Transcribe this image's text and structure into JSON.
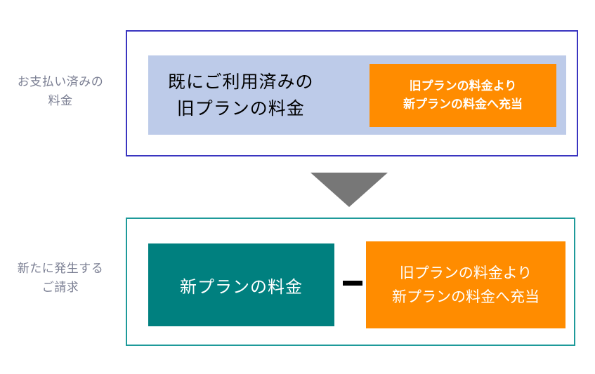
{
  "diagram": {
    "title_colors": {
      "label_text": "#7b7f93",
      "frame_paid_border": "#3a35c0",
      "frame_new_border": "#1e9a9a",
      "used_block_bg": "#bdcbe9",
      "credit_block_bg": "#ff8c00",
      "new_plan_block_bg": "#00807f",
      "arrow": "#777777",
      "minus": "#000000"
    },
    "labels": {
      "paid": "お支払い済みの\n料金",
      "new_charge": "新たに発生する\nご請求"
    },
    "sections": {
      "paid": {
        "used_plan": "既にご利用済みの\n旧プランの料金",
        "credit": "旧プランの料金より\n新プランの料金へ充当"
      },
      "new_charge": {
        "new_plan": "新プランの料金",
        "operator": "−",
        "credit": "旧プランの料金より\n新プランの料金へ充当"
      }
    },
    "arrow": "down-triangle-arrow"
  }
}
